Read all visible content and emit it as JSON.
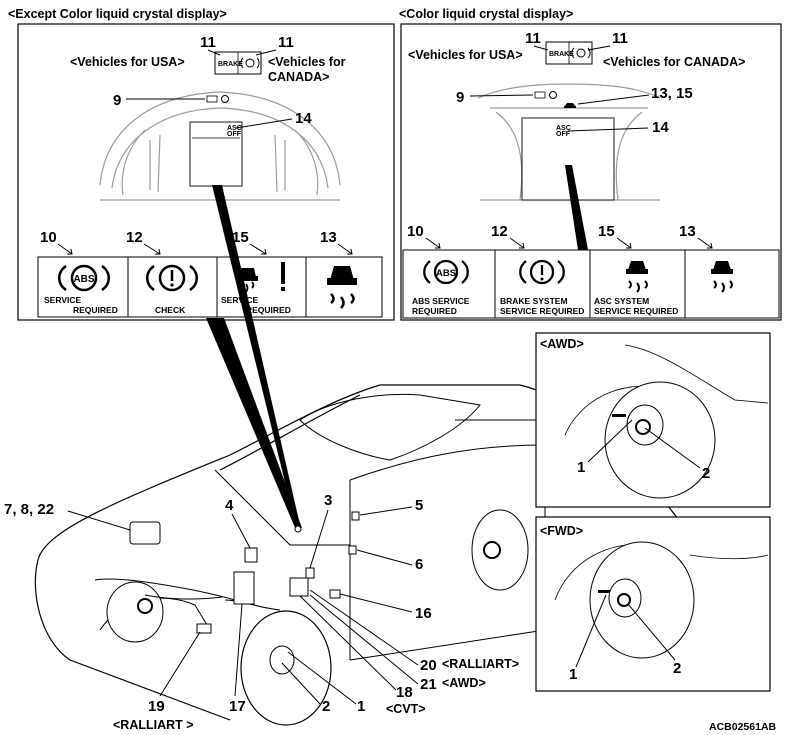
{
  "panel_left": {
    "title": "<Except Color liquid crystal display>",
    "brake_label": "BRAKE",
    "asc_label_1": "ASC",
    "asc_label_2": "OFF",
    "callouts": {
      "n11a": "11",
      "n11b": "11",
      "n9": "9",
      "n14": "14",
      "usa": "<Vehicles for USA>",
      "canada_1": "<Vehicles for",
      "canada_2": "CANADA>"
    },
    "indicators": [
      {
        "num": "10",
        "icon": "abs-icon",
        "text_1": "SERVICE",
        "text_2": "REQUIRED",
        "abs": "ABS"
      },
      {
        "num": "12",
        "icon": "brake-warning-icon",
        "text_1": "CHECK"
      },
      {
        "num": "15",
        "icon": "skid-warning-icon",
        "text_1": "SERVICE",
        "text_2": "REQUIRED"
      },
      {
        "num": "13",
        "icon": "skid-icon"
      }
    ]
  },
  "panel_right": {
    "title": "<Color liquid crystal display>",
    "brake_label": "BRAKE",
    "asc_label_1": "ASC",
    "asc_label_2": "OFF",
    "callouts": {
      "n11a": "11",
      "n11b": "11",
      "n9": "9",
      "n1315": "13, 15",
      "n14": "14",
      "usa": "<Vehicles for USA>",
      "canada": "<Vehicles for CANADA>"
    },
    "indicators": [
      {
        "num": "10",
        "icon": "abs-icon",
        "text_1": "ABS SERVICE",
        "text_2": "REQUIRED",
        "abs": "ABS"
      },
      {
        "num": "12",
        "icon": "brake-warning-icon",
        "text_1": "BRAKE SYSTEM",
        "text_2": "SERVICE REQUIRED"
      },
      {
        "num": "15",
        "icon": "skid-icon",
        "text_1": "ASC SYSTEM",
        "text_2": "SERVICE REQUIRED"
      },
      {
        "num": "13",
        "icon": "skid-icon"
      }
    ]
  },
  "awd": {
    "title": "<AWD>",
    "n1": "1",
    "n2": "2"
  },
  "fwd": {
    "title": "<FWD>",
    "n1": "1",
    "n2": "2"
  },
  "car_callouts": {
    "n7822": "7, 8, 22",
    "n4": "4",
    "n3": "3",
    "n5": "5",
    "n6": "6",
    "n16": "16",
    "n20": "20",
    "ralliart_20": "<RALLIART>",
    "n21": "21",
    "awd_21": "<AWD>",
    "n18": "18",
    "cvt": "<CVT>",
    "n1": "1",
    "n2": "2",
    "n17": "17",
    "n19": "19",
    "ralliart_19": "<RALLIART >"
  },
  "figure_code": "ACB02561AB"
}
